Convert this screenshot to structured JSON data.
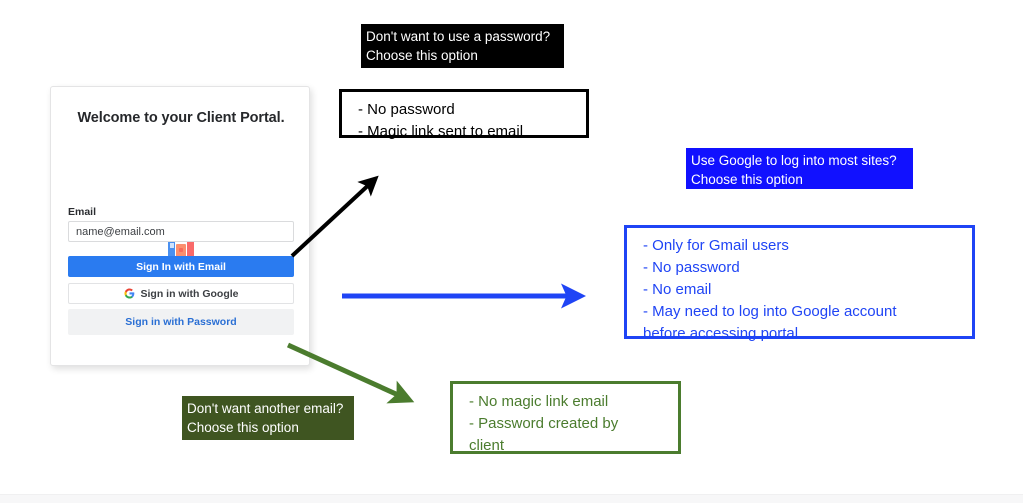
{
  "login_card": {
    "title": "Welcome to your Client Portal.",
    "logo_icon": "bookshelf-icon",
    "email_label": "Email",
    "email_placeholder": "name@email.com",
    "email_value": "",
    "buttons": {
      "email_sign_in": "Sign In with Email",
      "google_sign_in": "Sign in with Google",
      "password_sign_in": "Sign in with Password"
    },
    "google_icon": "google-g-icon"
  },
  "annotations": {
    "black": {
      "label": "Don't want to use a password?\nChoose this option",
      "details": "- No password\n- Magic link sent to email",
      "color": "#000000"
    },
    "blue": {
      "label": "Use Google to log into most sites?\nChoose this option",
      "details": "- Only for Gmail users\n- No password\n- No email\n- May need to log into Google account\n   before accessing portal",
      "color": "#1f44f5",
      "label_bg": "#1111ff"
    },
    "green": {
      "label": "Don't want another email?\nChoose this option",
      "details": "- No magic link email\n- Password created by\n   client",
      "color": "#4b7c2e",
      "label_bg": "#3f5521"
    }
  },
  "arrows": [
    {
      "name": "black-arrow",
      "from": "email-sign-in-button",
      "to": "black-details-box",
      "color": "#000000"
    },
    {
      "name": "blue-arrow",
      "from": "google-sign-in-button",
      "to": "blue-details-box",
      "color": "#1f44f5"
    },
    {
      "name": "green-arrow",
      "from": "password-sign-in-button",
      "to": "green-details-box",
      "color": "#4b7c2e"
    }
  ]
}
